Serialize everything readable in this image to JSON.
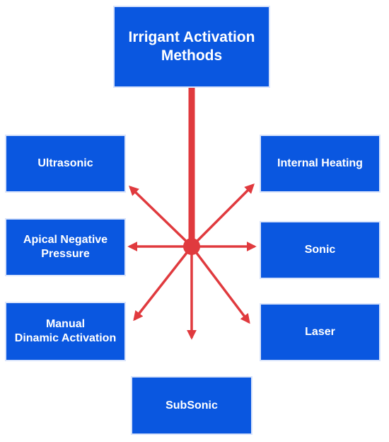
{
  "title": "Irrigant Activation\nMethods",
  "methods": {
    "ultrasonic": "Ultrasonic",
    "apical_negative_pressure": "Apical Negative\nPressure",
    "manual_dynamic_activation": "Manual\nDinamic Activation",
    "internal_heating": "Internal Heating",
    "sonic": "Sonic",
    "laser": "Laser",
    "subsonic": "SubSonic"
  },
  "colors": {
    "box_fill": "#0a57e0",
    "box_text": "#ffffff",
    "arrow": "#e03a3e",
    "background": "#ffffff"
  }
}
